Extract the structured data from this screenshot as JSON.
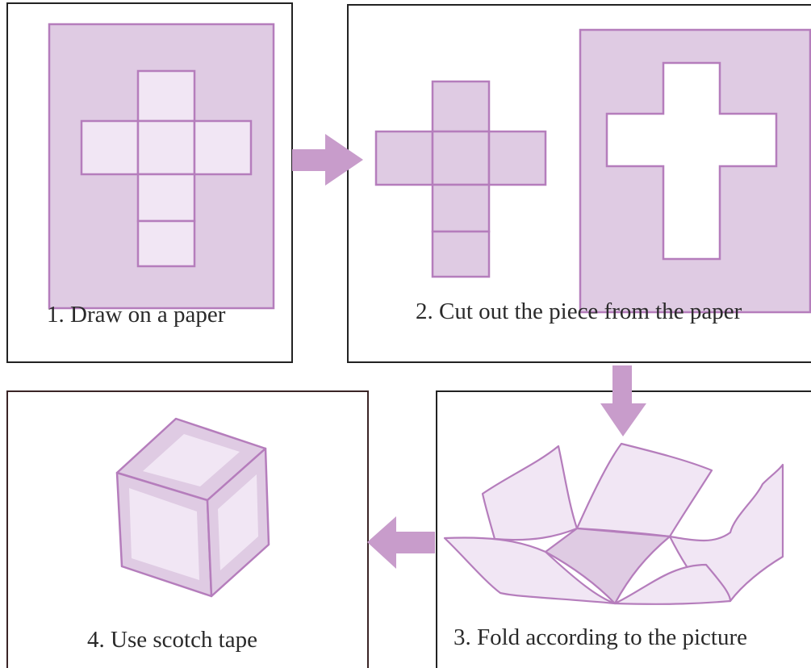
{
  "steps": [
    {
      "number": 1,
      "caption": "1. Draw on a paper"
    },
    {
      "number": 2,
      "caption": "2. Cut out the piece from the paper"
    },
    {
      "number": 3,
      "caption": "3. Fold according to the picture"
    },
    {
      "number": 4,
      "caption": "4. Use scotch tape"
    }
  ],
  "colors": {
    "paper_fill": "#dfcbe3",
    "net_face_fill": "#f1e6f4",
    "stroke": "#b57dbc",
    "arrow": "#c89ccb",
    "frame": "#222222",
    "frame_dark_red": "#3a2426"
  }
}
